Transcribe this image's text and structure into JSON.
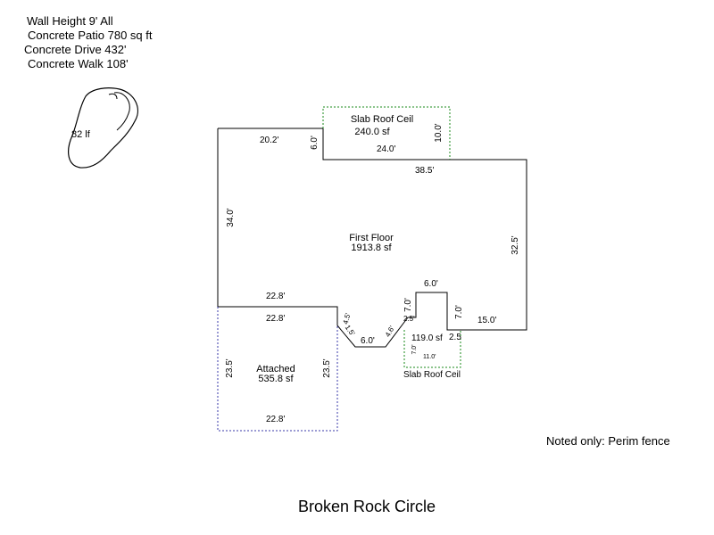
{
  "notes": {
    "wall_height": "Wall Height 9' All",
    "patio": "Concrete Patio 780 sq ft",
    "drive": "Concrete Drive 432'",
    "walk": "Concrete Walk 108'"
  },
  "pool": {
    "label": "82 lf"
  },
  "slab_roof_top": {
    "name": "Slab Roof Ceil",
    "area": "240.0 sf"
  },
  "first_floor": {
    "name": "First Floor",
    "area": "1913.8 sf"
  },
  "attached": {
    "name": "Attached",
    "area": "535.8 sf"
  },
  "slab_roof_small": {
    "name": "Slab Roof Ceil",
    "area": "119.0 sf"
  },
  "dimensions": {
    "top_left_width": "20.2'",
    "step_up": "6.0'",
    "slab_top_width": "24.0'",
    "slab_top_height": "10.0'",
    "main_top_width": "38.5'",
    "left_height": "34.0'",
    "right_height": "32.5'",
    "first_floor_bottom_left": "22.8'",
    "notch_top": "6.0'",
    "notch_left": "7.0'",
    "notch_right": "7.0'",
    "notch_left_small": "2.5'",
    "notch_right_small": "2.5",
    "bottom_right": "15.0'",
    "bay_center": "6.0'",
    "bay_left_diag": "4.5'",
    "bay_left_small": "1.5'",
    "bay_right_diag": "4.6'",
    "attached_top": "22.8'",
    "attached_left": "23.5'",
    "attached_right": "23.5'",
    "attached_bottom": "22.8'",
    "slab_small_left": "7.0'",
    "slab_small_bottom": "11.0'"
  },
  "fence_note": "Noted only: Perim fence",
  "address": "Broken Rock Circle"
}
